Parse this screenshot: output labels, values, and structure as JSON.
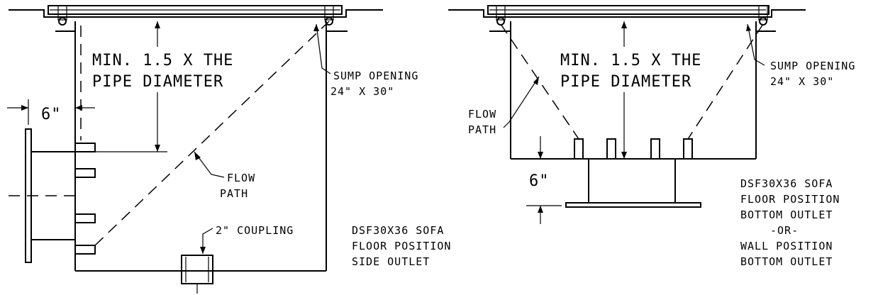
{
  "left_view": {
    "clearance_line1": "MIN. 1.5 X THE",
    "clearance_line2": "PIPE DIAMETER",
    "offset_dim": "6\"",
    "sump_opening_line1": "SUMP OPENING",
    "sump_opening_line2": "24\" X 30\"",
    "flow_path_line1": "FLOW",
    "flow_path_line2": "PATH",
    "coupling": "2\" COUPLING",
    "caption_lines": [
      "DSF30X36 SOFA",
      "FLOOR POSITION",
      "SIDE OUTLET"
    ]
  },
  "right_view": {
    "clearance_line1": "MIN. 1.5 X THE",
    "clearance_line2": "PIPE DIAMETER",
    "offset_dim": "6\"",
    "sump_opening_line1": "SUMP OPENING",
    "sump_opening_line2": "24\" X 30\"",
    "flow_path_line1": "FLOW",
    "flow_path_line2": "PATH",
    "caption_lines": [
      "DSF30X36 SOFA",
      "FLOOR POSITION",
      "BOTTOM OUTLET",
      "-OR-",
      "WALL POSITION",
      "BOTTOM OUTLET"
    ]
  }
}
